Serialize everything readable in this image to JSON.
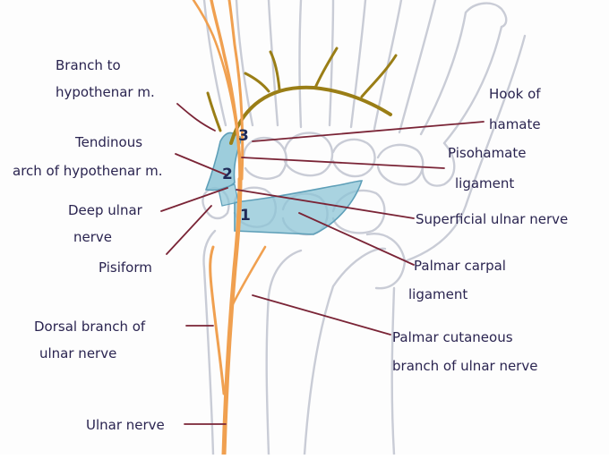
{
  "labels": {
    "branch_to_hypothenar": [
      "Branch to",
      "hypothenar m."
    ],
    "tendinous_arch": [
      "Tendinous",
      "arch of hypothenar m."
    ],
    "deep_ulnar_nerve": [
      "Deep ulnar",
      "nerve"
    ],
    "pisiform": "Pisiform",
    "dorsal_branch": [
      "Dorsal branch of",
      "ulnar nerve"
    ],
    "ulnar_nerve": "Ulnar nerve",
    "hook_of_hamate": [
      "Hook of",
      "hamate"
    ],
    "pisohamate_ligament": [
      "Pisohamate",
      "ligament"
    ],
    "superficial_ulnar_nerve": "Superficial ulnar nerve",
    "palmar_carpal_ligament": [
      "Palmar carpal",
      "ligament"
    ],
    "palmar_cutaneous_branch": [
      "Palmar cutaneous",
      "branch of ulnar nerve"
    ]
  },
  "zones": {
    "zone1": "1",
    "zone2": "2",
    "zone3": "3"
  },
  "colors": {
    "bone_outline": "#c9ccd6",
    "nerve_orange": "#f0a050",
    "nerve_olive": "#9a7e16",
    "ligament_fill": "#8cc4d6",
    "leader_line": "#7a2436",
    "text": "#2a2450"
  }
}
